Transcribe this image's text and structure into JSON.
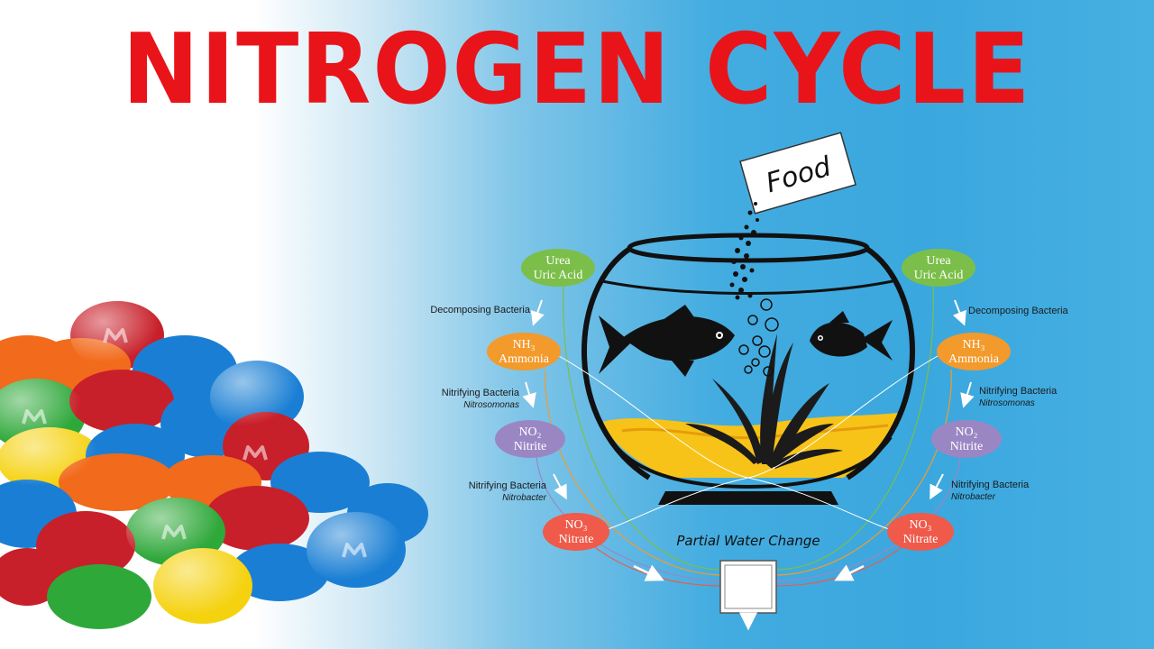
{
  "title": "NITROGEN CYCLE",
  "food_card": "Food",
  "water_change": "Partial Water Change",
  "left": {
    "urea": {
      "line1": "Urea",
      "line2": "Uric Acid"
    },
    "step1": {
      "line1": "Decomposing Bacteria",
      "line2": ""
    },
    "ammonia": {
      "line1": "NH₃",
      "line2": "Ammonia"
    },
    "step2": {
      "line1": "Nitrifying Bacteria",
      "line2": "Nitrosomonas"
    },
    "nitrite": {
      "line1": "NO₂",
      "line2": "Nitrite"
    },
    "step3": {
      "line1": "Nitrifying Bacteria",
      "line2": "Nitrobacter"
    },
    "nitrate": {
      "line1": "NO₃",
      "line2": "Nitrate"
    }
  },
  "right": {
    "urea": {
      "line1": "Urea",
      "line2": "Uric Acid"
    },
    "step1": {
      "line1": "Decomposing Bacteria",
      "line2": ""
    },
    "ammonia": {
      "line1": "NH₃",
      "line2": "Ammonia"
    },
    "step2": {
      "line1": "Nitrifying Bacteria",
      "line2": "Nitrosomonas"
    },
    "nitrite": {
      "line1": "NO₂",
      "line2": "Nitrite"
    },
    "step3": {
      "line1": "Nitrifying Bacteria",
      "line2": "Nitrobacter"
    },
    "nitrate": {
      "line1": "NO₃",
      "line2": "Nitrate"
    }
  },
  "colors": {
    "title": "#e8141a",
    "urea": "#7bbf4a",
    "ammonia": "#f39a2c",
    "nitrite": "#9b86c4",
    "nitrate": "#ef5a4a",
    "sand": "#f7c318",
    "candy_red": "#c8202a",
    "candy_blue": "#1a7fd4",
    "candy_green": "#2fa83a",
    "candy_yellow": "#f5d20f",
    "candy_orange": "#f26a1b"
  },
  "icons": [
    "fishbowl-icon",
    "fish-icon",
    "plant-icon",
    "bubbles-icon",
    "filter-box-icon",
    "arrow-icon",
    "candy-pile-image"
  ]
}
